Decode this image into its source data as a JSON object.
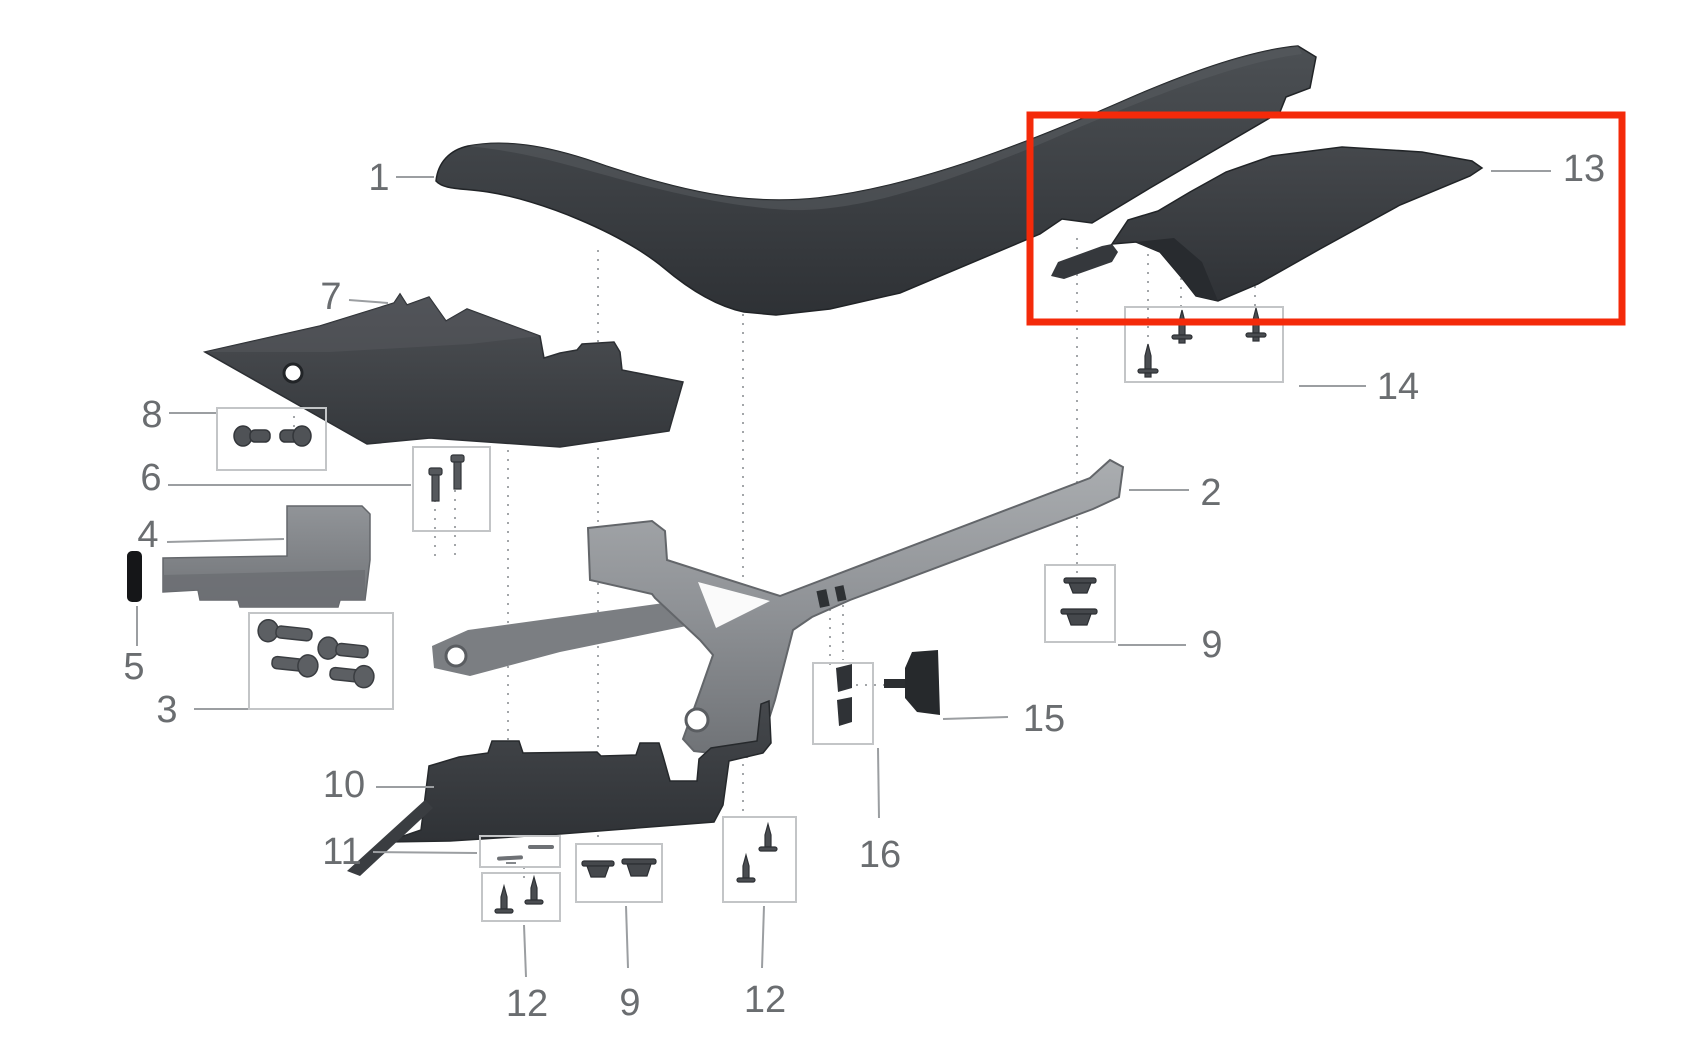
{
  "diagram": {
    "type": "exploded-parts-diagram",
    "subject": "motorcycle seat and rear bodywork assembly",
    "background_color": "#ffffff",
    "highlight": {
      "shape": "rectangle",
      "color": "#f42a0a",
      "highlighted_callout": "13"
    },
    "palette": {
      "dark_plastic": "#3b3e42",
      "panel_plastic": "#45484c",
      "frame_metal": "#94979b",
      "block_grey": "#85888c",
      "fastener_grey": "#55585c",
      "label_grey": "#6a6d70",
      "leader_grey": "#9b9ea1",
      "box_grey": "#c3c5c7"
    },
    "callouts": [
      {
        "id": "callout-1",
        "label": "1"
      },
      {
        "id": "callout-7",
        "label": "7"
      },
      {
        "id": "callout-8",
        "label": "8"
      },
      {
        "id": "callout-6",
        "label": "6"
      },
      {
        "id": "callout-4",
        "label": "4"
      },
      {
        "id": "callout-5",
        "label": "5"
      },
      {
        "id": "callout-3",
        "label": "3"
      },
      {
        "id": "callout-10",
        "label": "10"
      },
      {
        "id": "callout-11",
        "label": "11"
      },
      {
        "id": "callout-12-left",
        "label": "12"
      },
      {
        "id": "callout-9-bottom",
        "label": "9"
      },
      {
        "id": "callout-12-right",
        "label": "12"
      },
      {
        "id": "callout-16",
        "label": "16"
      },
      {
        "id": "callout-15",
        "label": "15"
      },
      {
        "id": "callout-2",
        "label": "2"
      },
      {
        "id": "callout-9-right",
        "label": "9"
      },
      {
        "id": "callout-14",
        "label": "14"
      },
      {
        "id": "callout-13",
        "label": "13"
      }
    ],
    "parts": [
      {
        "callout": "1",
        "name": "seat"
      },
      {
        "callout": "2",
        "name": "rear-subframe-rail"
      },
      {
        "callout": "3",
        "name": "bolt-set"
      },
      {
        "callout": "4",
        "name": "tool-tray-bracket"
      },
      {
        "callout": "5",
        "name": "rubber-pad"
      },
      {
        "callout": "6",
        "name": "bolt-pair"
      },
      {
        "callout": "7",
        "name": "side-cover-panel"
      },
      {
        "callout": "8",
        "name": "screw-pair"
      },
      {
        "callout": "9",
        "name": "rubber-grommets"
      },
      {
        "callout": "10",
        "name": "under-seat-tray"
      },
      {
        "callout": "11",
        "name": "trim-strip"
      },
      {
        "callout": "12",
        "name": "push-rivets"
      },
      {
        "callout": "13",
        "name": "tail-cover"
      },
      {
        "callout": "14",
        "name": "tapping-screws"
      },
      {
        "callout": "15",
        "name": "rubber-damper"
      },
      {
        "callout": "16",
        "name": "retainer-clips"
      }
    ],
    "fastener_boxes": [
      {
        "callout": "8",
        "item_count": 2
      },
      {
        "callout": "6",
        "item_count": 2
      },
      {
        "callout": "3",
        "item_count": 4
      },
      {
        "callout": "14",
        "item_count": 3
      },
      {
        "callout": "9",
        "item_count": 2,
        "position": "right"
      },
      {
        "callout": "16",
        "item_count": 2
      },
      {
        "callout": "11",
        "item_count": 2
      },
      {
        "callout": "12",
        "item_count": 2,
        "position": "bottom-left"
      },
      {
        "callout": "9",
        "item_count": 2,
        "position": "bottom-middle"
      },
      {
        "callout": "12",
        "item_count": 2,
        "position": "bottom-right"
      }
    ]
  }
}
